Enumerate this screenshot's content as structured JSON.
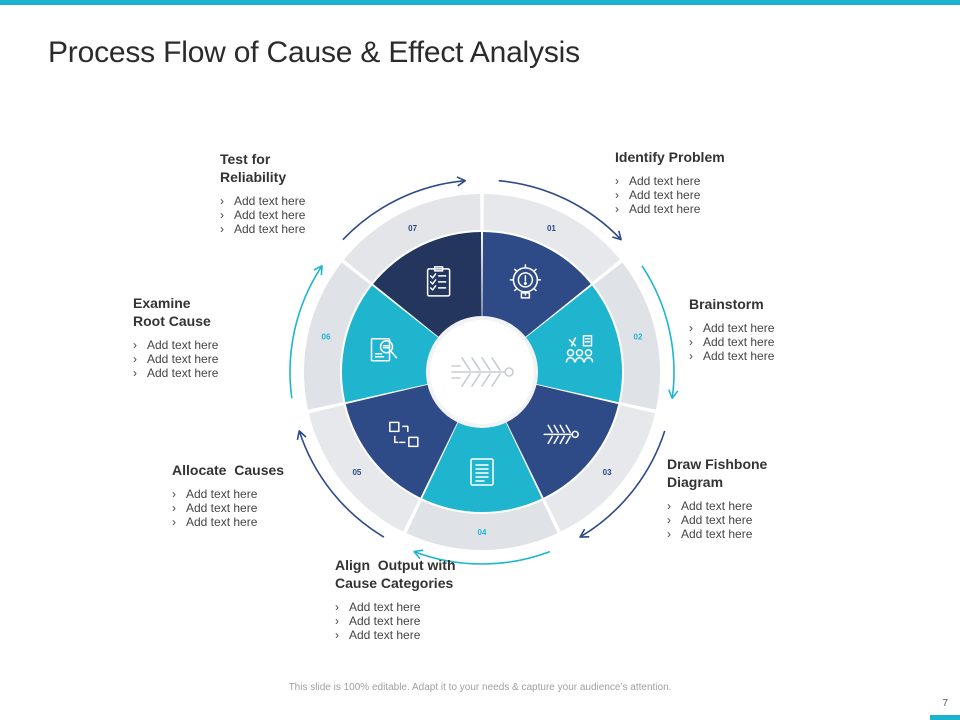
{
  "slide": {
    "title": "Process Flow of Cause & Effect Analysis",
    "footer": "This slide is 100% editable. Adapt it to your needs & capture your audience’s attention.",
    "page_number": "7"
  },
  "colors": {
    "accent": "#1bb3cd",
    "navy": "#2e4a87",
    "dark_navy": "#24365e",
    "teal": "#1fb5cf"
  },
  "steps": [
    {
      "num": "01",
      "title_lines": [
        "Identify Problem"
      ],
      "icon": "gear-bulb-icon",
      "bullets": [
        "Add text here",
        "Add text here",
        "Add text here"
      ]
    },
    {
      "num": "02",
      "title_lines": [
        "Brainstorm"
      ],
      "icon": "team-idea-icon",
      "bullets": [
        "Add text here",
        "Add text here",
        "Add text here"
      ]
    },
    {
      "num": "03",
      "title_lines": [
        "Draw Fishbone",
        "Diagram"
      ],
      "icon": "fishbone-icon",
      "bullets": [
        "Add text here",
        "Add text here",
        "Add text here"
      ]
    },
    {
      "num": "04",
      "title_lines": [
        "Align  Output with",
        "Cause Categories"
      ],
      "icon": "document-icon",
      "bullets": [
        "Add text here",
        "Add text here",
        "Add text here"
      ]
    },
    {
      "num": "05",
      "title_lines": [
        "Allocate  Causes"
      ],
      "icon": "flow-boxes-icon",
      "bullets": [
        "Add text here",
        "Add text here",
        "Add text here"
      ]
    },
    {
      "num": "06",
      "title_lines": [
        "Examine",
        "Root Cause"
      ],
      "icon": "magnify-document-icon",
      "bullets": [
        "Add text here",
        "Add text here",
        "Add text here"
      ]
    },
    {
      "num": "07",
      "title_lines": [
        "Test for",
        "Reliability"
      ],
      "icon": "checklist-icon",
      "bullets": [
        "Add text here",
        "Add text here",
        "Add text here"
      ]
    }
  ],
  "center_icon": "fishbone-icon"
}
